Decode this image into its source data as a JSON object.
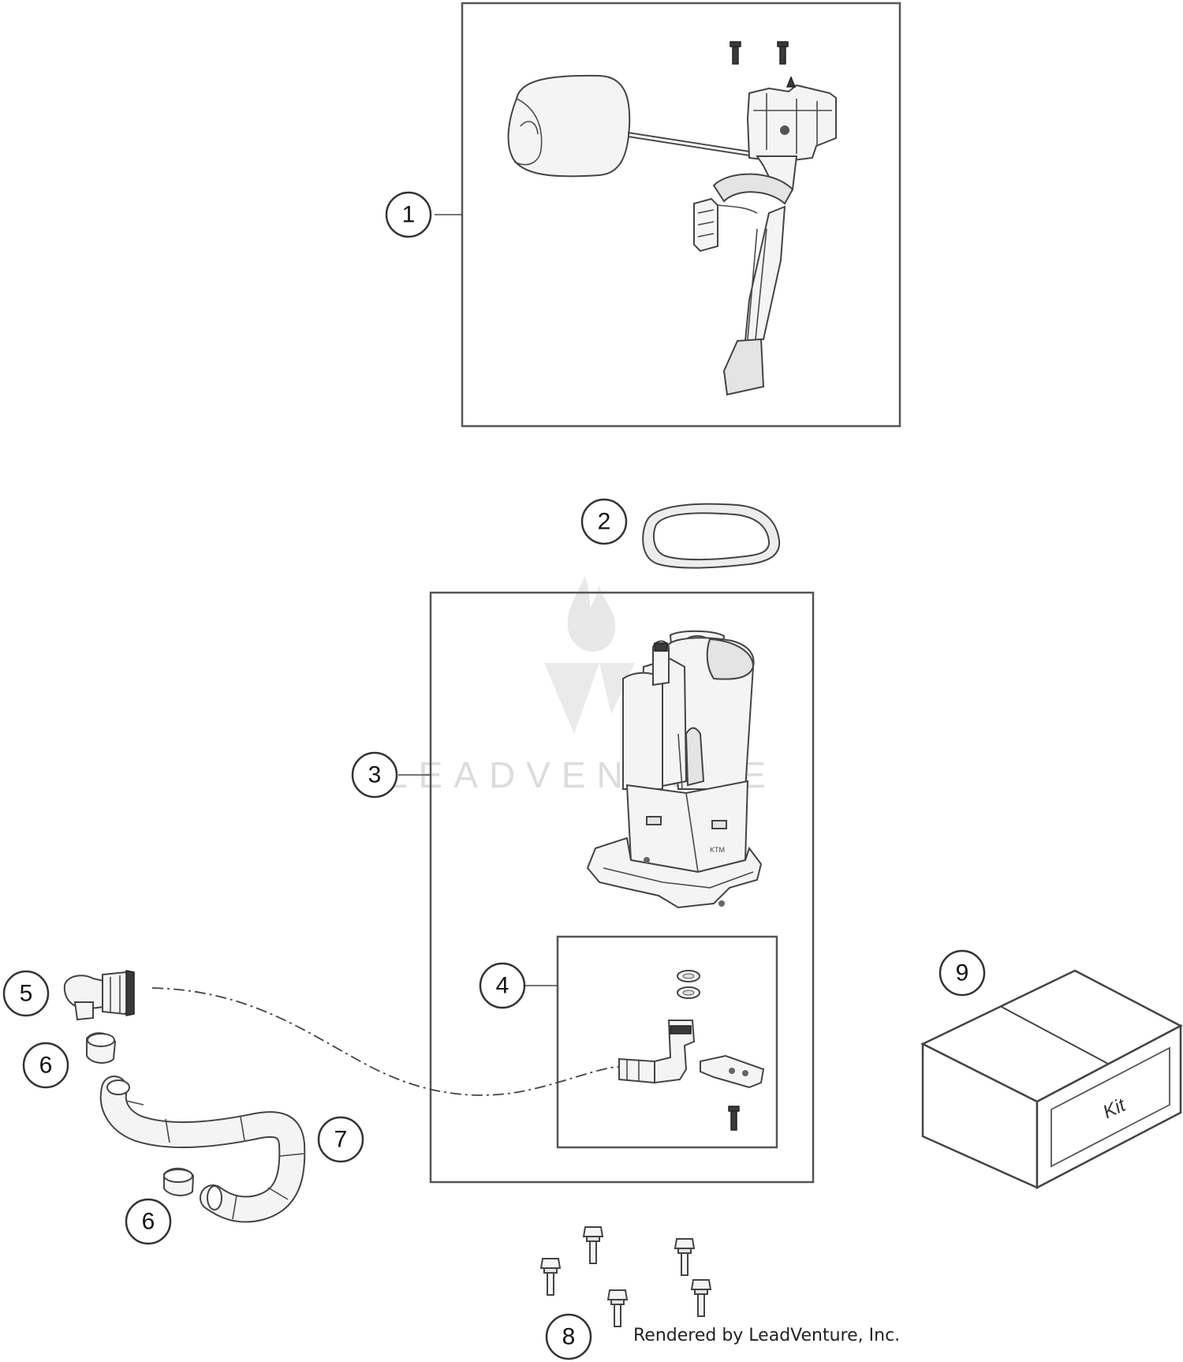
{
  "callouts": {
    "c1": "1",
    "c2": "2",
    "c3": "3",
    "c4": "4",
    "c5": "5",
    "c6a": "6",
    "c6b": "6",
    "c7": "7",
    "c8": "8",
    "c9": "9"
  },
  "kit_label": "Kit",
  "watermark": "LEADVENTURE",
  "credit": "Rendered by LeadVenture, Inc."
}
